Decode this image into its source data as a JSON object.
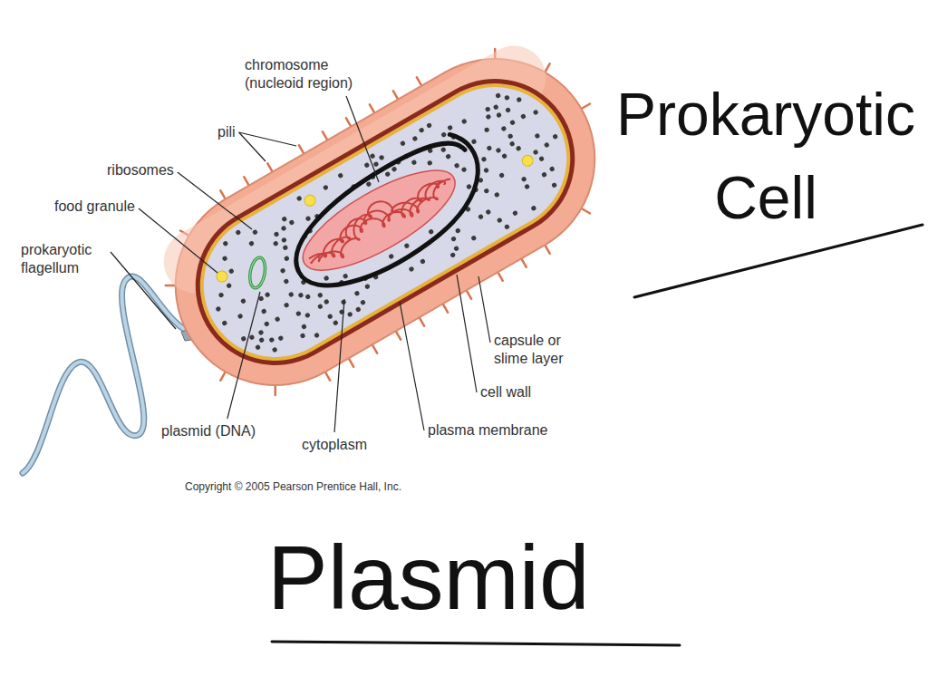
{
  "diagram": {
    "title": "Prokaryotic Cell",
    "labels": [
      "chromosome (nucleoid region)",
      "pili",
      "ribosomes",
      "food granule",
      "prokaryotic flagellum",
      "plasmid (DNA)",
      "cytoplasm",
      "capsule or slime layer",
      "cell wall",
      "plasma membrane",
      "Copyright © 2005 Pearson Prentice Hall, Inc.",
      "Plasmid"
    ]
  }
}
